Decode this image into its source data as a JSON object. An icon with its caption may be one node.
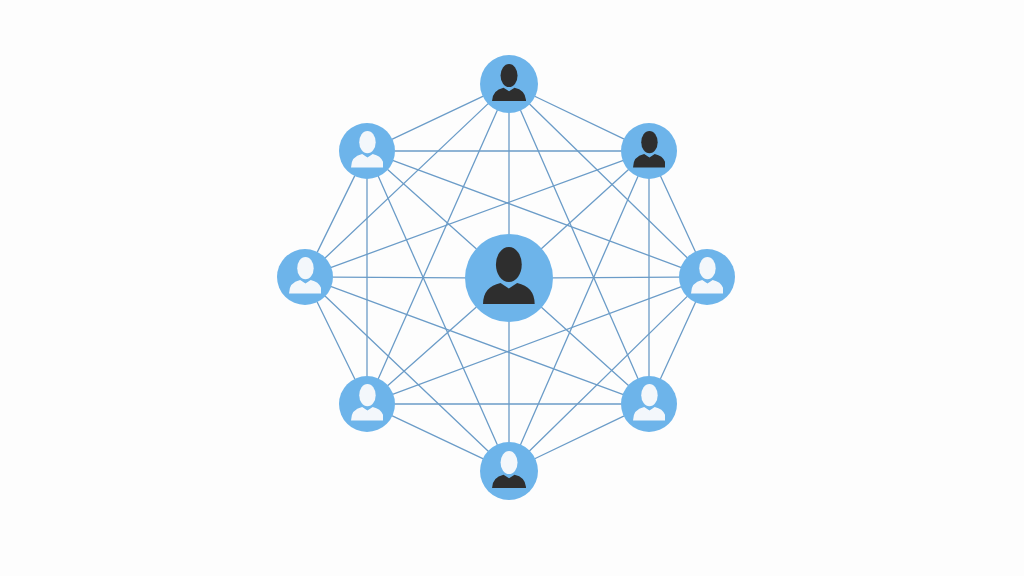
{
  "diagram": {
    "nodes": [
      {
        "text": [],
        "shape": "person"
      },
      {
        "text": [],
        "shape": "person"
      },
      {
        "text": [],
        "shape": "person"
      },
      {
        "text": [],
        "shape": "person"
      },
      {
        "text": [],
        "shape": "person"
      },
      {
        "text": [],
        "shape": "person"
      },
      {
        "text": [],
        "shape": "person"
      },
      {
        "text": [],
        "shape": "person"
      },
      {
        "text": [],
        "shape": "person"
      }
    ],
    "edges": [
      {
        "from": 0,
        "to": 1,
        "arrow": "none"
      },
      {
        "from": 0,
        "to": 2,
        "arrow": "none"
      },
      {
        "from": 1,
        "to": 3,
        "arrow": "none"
      },
      {
        "from": 2,
        "to": 5,
        "arrow": "none"
      },
      {
        "from": 3,
        "to": 6,
        "arrow": "none"
      },
      {
        "from": 5,
        "to": 7,
        "arrow": "none"
      },
      {
        "from": 6,
        "to": 8,
        "arrow": "none"
      },
      {
        "from": 7,
        "to": 8,
        "arrow": "none"
      },
      {
        "from": 4,
        "to": 0,
        "arrow": "none"
      },
      {
        "from": 4,
        "to": 1,
        "arrow": "none"
      },
      {
        "from": 4,
        "to": 2,
        "arrow": "none"
      },
      {
        "from": 4,
        "to": 3,
        "arrow": "none"
      },
      {
        "from": 4,
        "to": 5,
        "arrow": "none"
      },
      {
        "from": 4,
        "to": 6,
        "arrow": "none"
      },
      {
        "from": 4,
        "to": 7,
        "arrow": "none"
      },
      {
        "from": 4,
        "to": 8,
        "arrow": "none"
      },
      {
        "from": 0,
        "to": 3,
        "arrow": "none"
      },
      {
        "from": 0,
        "to": 5,
        "arrow": "none"
      },
      {
        "from": 0,
        "to": 6,
        "arrow": "none"
      },
      {
        "from": 0,
        "to": 7,
        "arrow": "none"
      },
      {
        "from": 1,
        "to": 2,
        "arrow": "none"
      },
      {
        "from": 1,
        "to": 5,
        "arrow": "none"
      },
      {
        "from": 1,
        "to": 6,
        "arrow": "none"
      },
      {
        "from": 1,
        "to": 8,
        "arrow": "none"
      },
      {
        "from": 2,
        "to": 3,
        "arrow": "none"
      },
      {
        "from": 2,
        "to": 7,
        "arrow": "none"
      },
      {
        "from": 2,
        "to": 8,
        "arrow": "none"
      },
      {
        "from": 3,
        "to": 7,
        "arrow": "none"
      },
      {
        "from": 3,
        "to": 8,
        "arrow": "none"
      },
      {
        "from": 5,
        "to": 6,
        "arrow": "none"
      },
      {
        "from": 5,
        "to": 8,
        "arrow": "none"
      },
      {
        "from": 6,
        "to": 7,
        "arrow": "none"
      }
    ]
  }
}
